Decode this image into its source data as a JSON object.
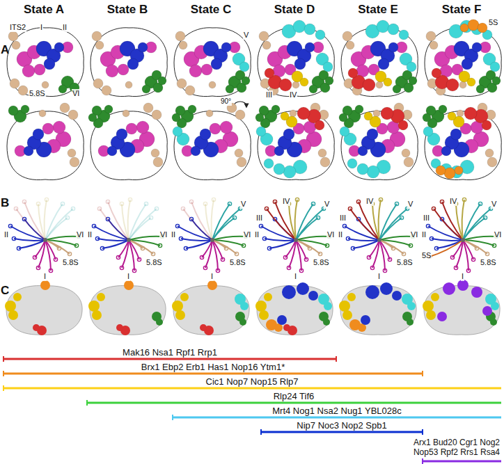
{
  "diagram": {
    "labels": [
      "State A",
      "State B",
      "State C",
      "State D",
      "State E",
      "State F",
      "A",
      "B",
      "C",
      "ITS2",
      "I",
      "II",
      "5.8S",
      "VI",
      "V",
      "III",
      "IV",
      "90°",
      "5S",
      "II",
      "VI",
      "5.8S",
      "I",
      "II",
      "VI",
      "5.8S",
      "I",
      "V",
      "II",
      "VI",
      "5.8S",
      "I",
      "IV",
      "V",
      "III",
      "II",
      "VI",
      "5.8S",
      "I",
      "IV",
      "V",
      "III",
      "II",
      "VI",
      "5.8S",
      "I",
      "IV",
      "V",
      "III",
      "II",
      "VI",
      "5.8S",
      "5S",
      "I",
      "Mak16 Nsa1 Rpf1 Rrp1",
      "Brx1 Ebp2 Erb1 Has1 Nop16 Ytm1*",
      "Cic1 Nop7 Nop15 Rlp7",
      "Rlp24 Tif6",
      "Mrt4 Nog1 Nsa2 Nug1 YBL028c",
      "Nip7 Noc3 Nop2 Spb1",
      "Arx1 Bud20 Cgr1 Nog2 Nop53 Rpf2 Rrs1 Rsa4"
    ]
  }
}
